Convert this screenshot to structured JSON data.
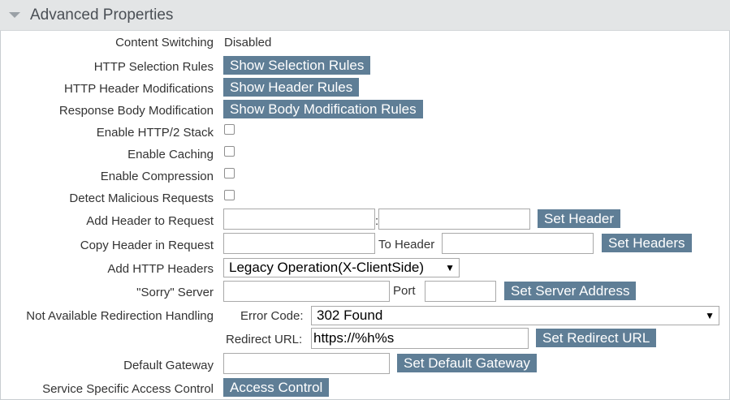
{
  "section": {
    "title": "Advanced Properties"
  },
  "rows": {
    "content_switching": {
      "label": "Content Switching",
      "value": "Disabled"
    },
    "http_selection_rules": {
      "label": "HTTP Selection Rules",
      "button": "Show Selection Rules"
    },
    "http_header_modifications": {
      "label": "HTTP Header Modifications",
      "button": "Show Header Rules"
    },
    "response_body_modification": {
      "label": "Response Body Modification",
      "button": "Show Body Modification Rules"
    },
    "enable_http2_stack": {
      "label": "Enable HTTP/2 Stack",
      "checked": false
    },
    "enable_caching": {
      "label": "Enable Caching",
      "checked": false
    },
    "enable_compression": {
      "label": "Enable Compression",
      "checked": false
    },
    "detect_malicious_requests": {
      "label": "Detect Malicious Requests",
      "checked": false
    },
    "add_header_to_request": {
      "label": "Add Header to Request",
      "separator": ":",
      "name_value": "",
      "value_value": "",
      "button": "Set Header"
    },
    "copy_header_in_request": {
      "label": "Copy Header in Request",
      "from_value": "",
      "to_label": "To Header",
      "to_value": "",
      "button": "Set Headers"
    },
    "add_http_headers": {
      "label": "Add HTTP Headers",
      "selected": "Legacy Operation(X-ClientSide)"
    },
    "sorry_server": {
      "label": "\"Sorry\" Server",
      "address_value": "",
      "port_label": "Port",
      "port_value": "",
      "button": "Set Server Address"
    },
    "not_available_redirection": {
      "label": "Not Available Redirection Handling",
      "error_code_label": "Error Code:",
      "error_code_selected": "302 Found",
      "redirect_url_label": "Redirect URL:",
      "redirect_url_value": "https://%h%s",
      "button": "Set Redirect URL"
    },
    "default_gateway": {
      "label": "Default Gateway",
      "value": "",
      "button": "Set Default Gateway"
    },
    "service_access_control": {
      "label": "Service Specific Access Control",
      "button": "Access Control"
    }
  },
  "icons": {
    "collapse": "triangle-down-icon",
    "dropdown": "caret-down-icon"
  },
  "colors": {
    "button_bg": "#5f7e96",
    "header_bg": "#e3e5e6"
  }
}
